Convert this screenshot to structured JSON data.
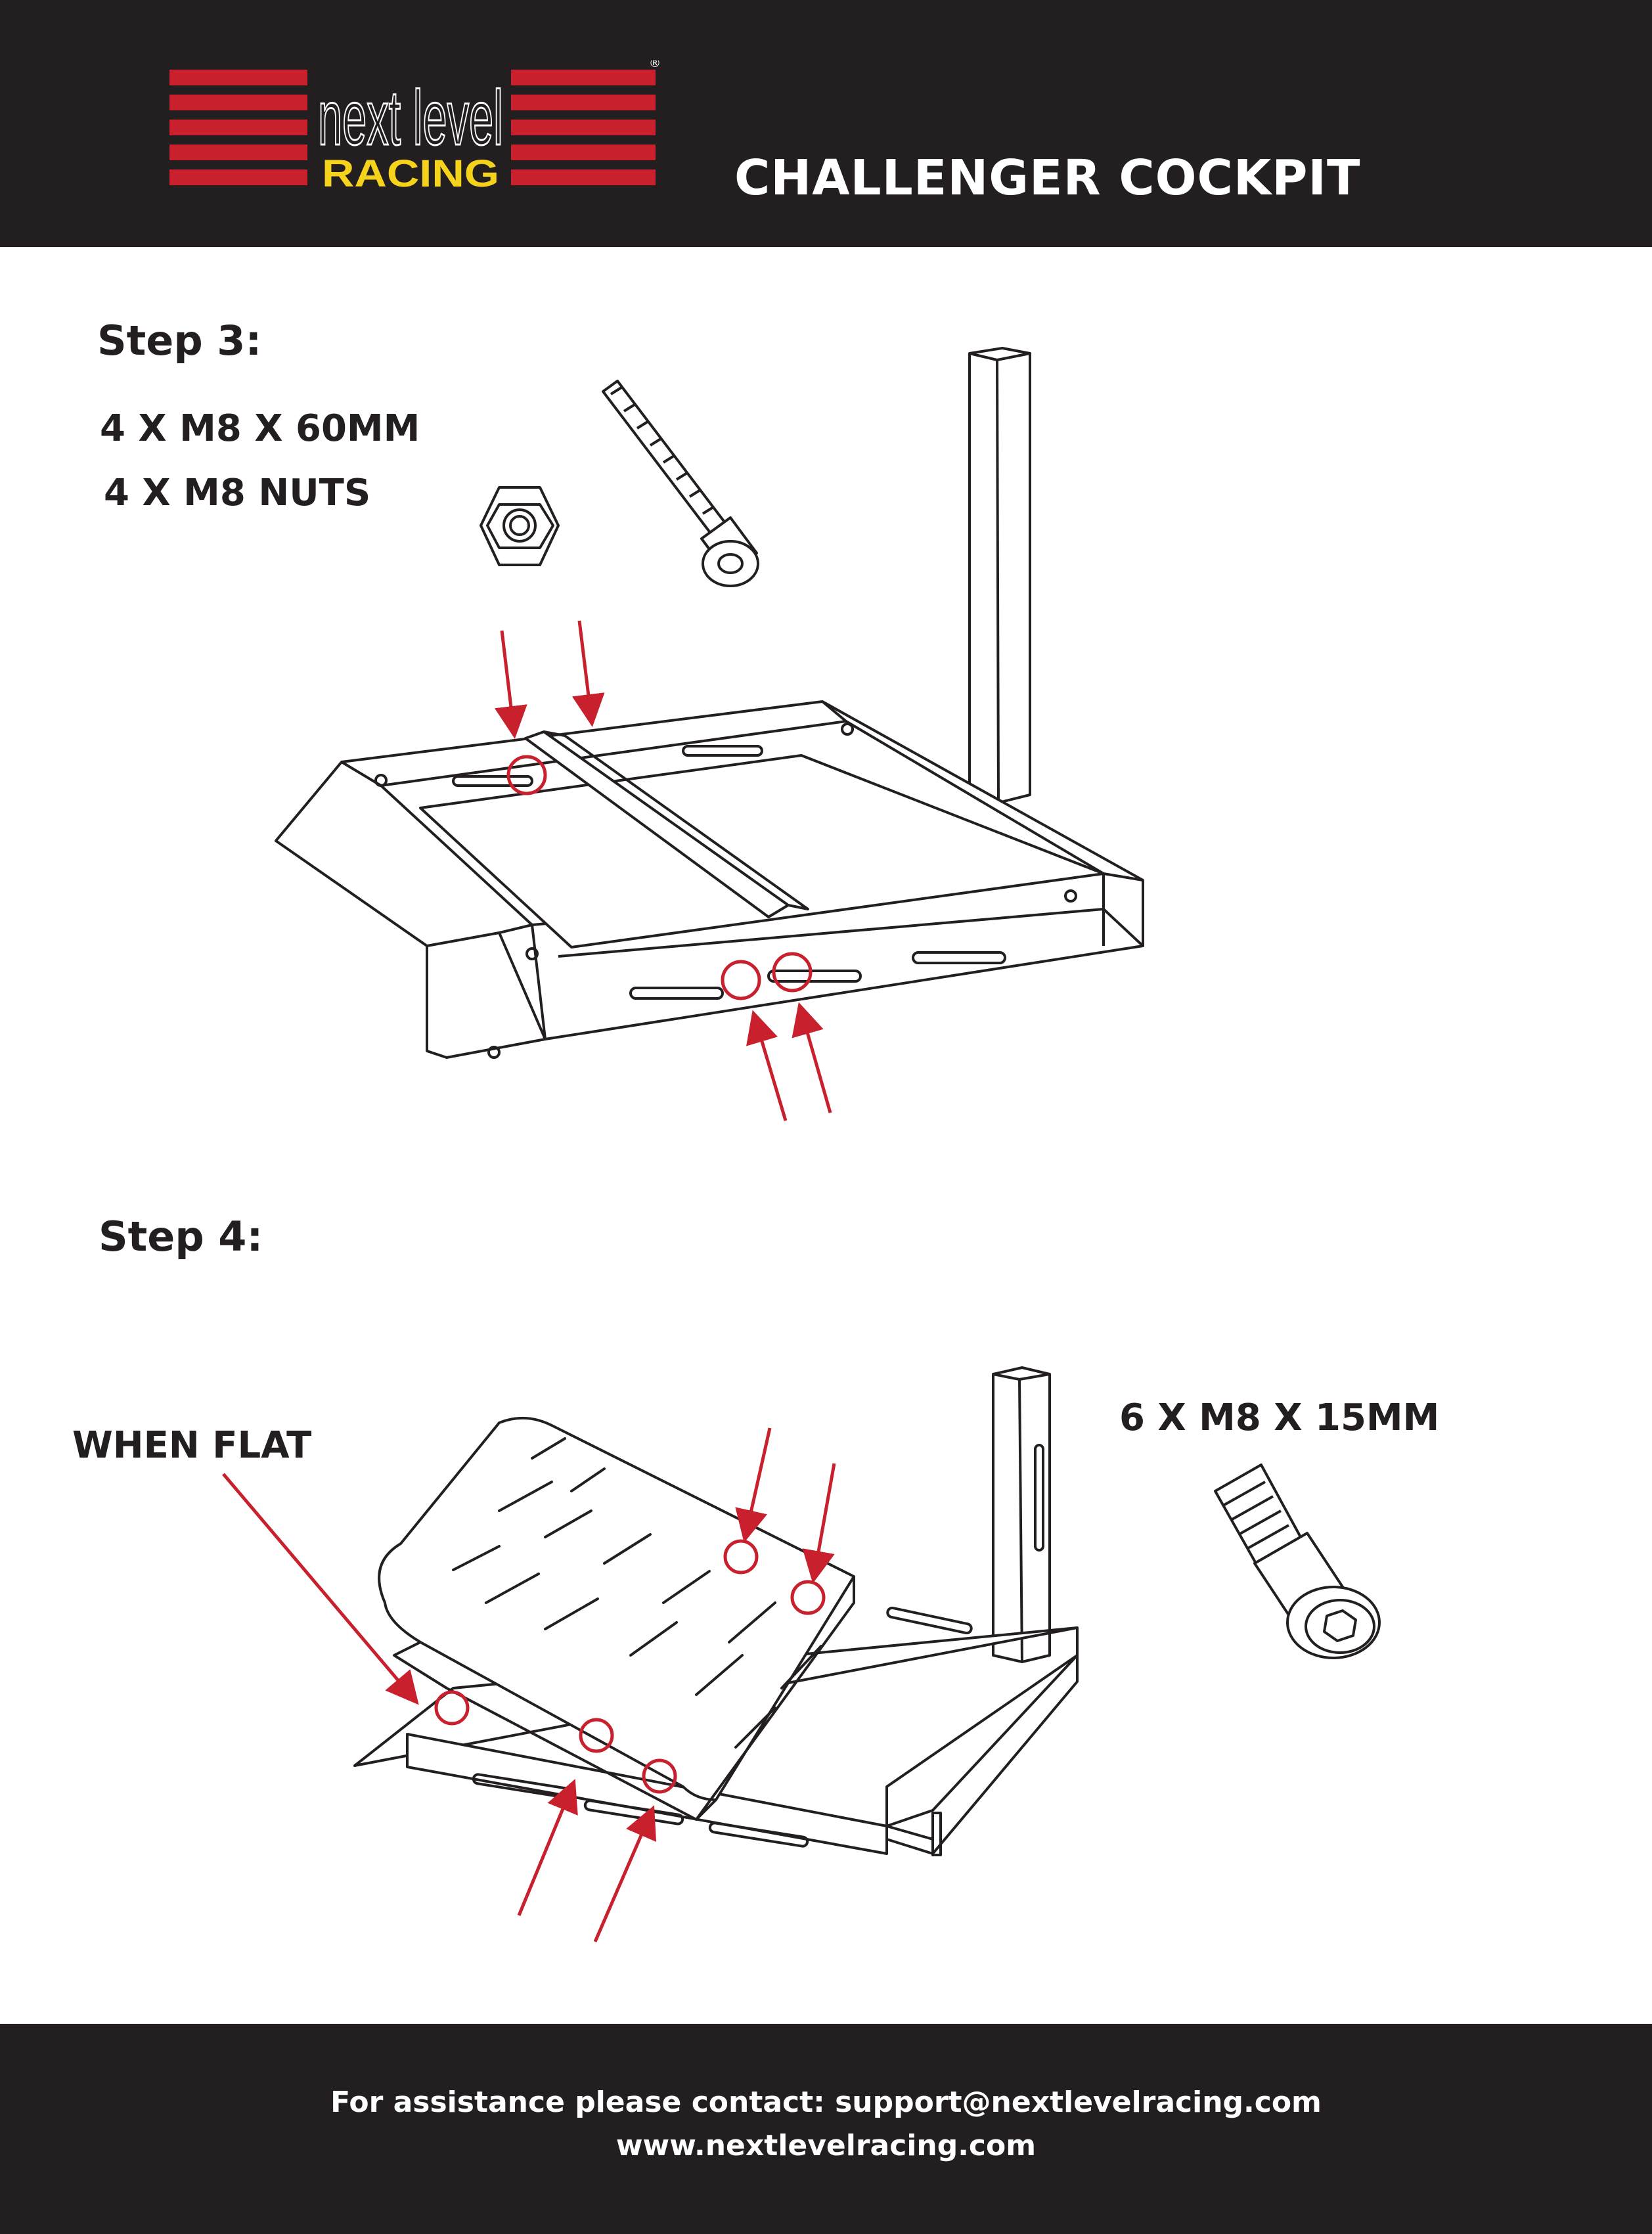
{
  "header": {
    "logo": {
      "brand_top": "next level",
      "brand_bottom": "RACING",
      "registered_mark": "®",
      "colors": {
        "stripes": "#c8202d",
        "racing": "#f5d31c",
        "outline": "#ffffff"
      }
    },
    "title": "CHALLENGER COCKPIT"
  },
  "step3": {
    "title": "Step 3:",
    "parts": [
      "4 X M8 X 60MM",
      "4 X M8 NUTS"
    ]
  },
  "step4": {
    "title": "Step 4:",
    "note": "WHEN FLAT",
    "parts": [
      "6 X M8 X 15MM"
    ]
  },
  "footer": {
    "contact": "For assistance please contact: support@nextlevelracing.com",
    "website": "www.nextlevelracing.com"
  },
  "colors": {
    "header_bg": "#231f20",
    "accent_red": "#c8202d",
    "line": "#231f20"
  }
}
